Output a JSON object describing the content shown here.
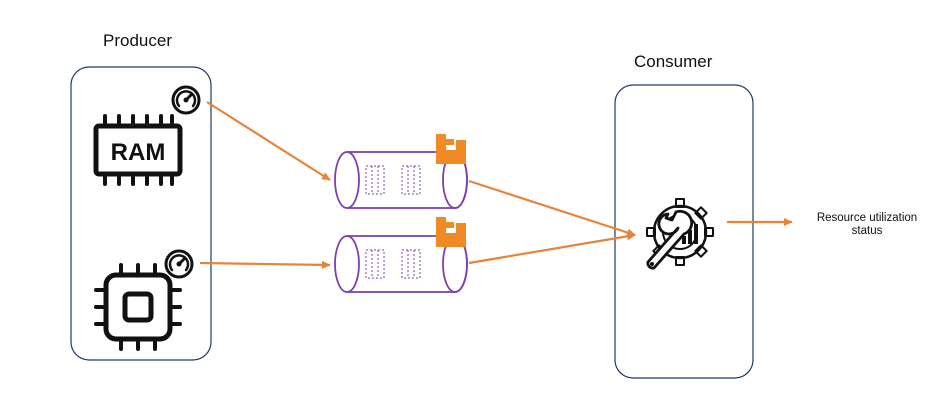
{
  "producer": {
    "title": "Producer",
    "ram_chip_text": "RAM"
  },
  "consumer": {
    "title": "Consumer"
  },
  "output": {
    "line1": "Resource utilization",
    "line2": "status"
  },
  "colors": {
    "arrow": "#e8843a",
    "queue_outline": "#7b3fb0",
    "kafka_badge": "#f08a24",
    "box_outline": "#1f3a5f",
    "icon": "#111111"
  },
  "icons": [
    "gauge-icon",
    "ram-chip-icon",
    "cpu-chip-icon",
    "message-queue-icon",
    "kafka-logo-icon",
    "monitoring-wrench-icon"
  ]
}
